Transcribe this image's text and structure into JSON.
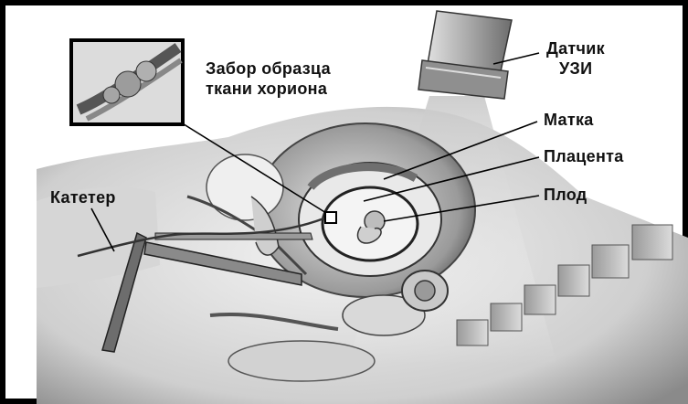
{
  "labels": {
    "sampling": [
      "Забор образца",
      "ткани хориона"
    ],
    "probe": [
      "Датчик",
      "УЗИ"
    ],
    "uterus": "Матка",
    "placenta": "Плацента",
    "fetus": "Плод",
    "catheter": "Катетер"
  },
  "colors": {
    "border": "#000000",
    "background": "#ffffff",
    "tissue_light": "#e6e6e6",
    "tissue_mid": "#bdbdbd",
    "tissue_dark": "#555555",
    "ink": "#111111"
  }
}
